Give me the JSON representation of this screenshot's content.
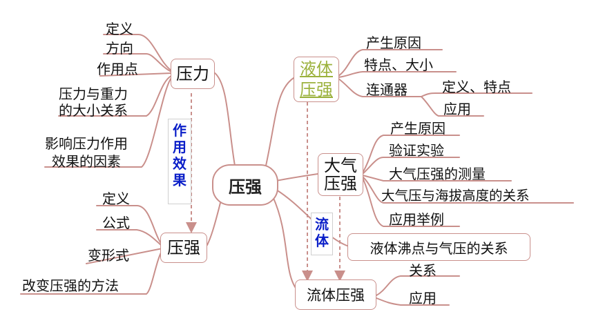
{
  "center": "压强",
  "pressure_force": {
    "title": "压力",
    "items": [
      "定义",
      "方向",
      "作用点",
      "压力与重力",
      "的大小关系",
      "影响压力作用",
      "效果的因素"
    ]
  },
  "effect_label": [
    "作",
    "用",
    "效",
    "果"
  ],
  "pressure": {
    "title": "压强",
    "items": [
      "定义",
      "公式",
      "变形式",
      "改变压强的方法"
    ]
  },
  "liquid_pressure": {
    "title_line1": "液体",
    "title_line2": "压强",
    "items": [
      "产生原因",
      "特点、大小",
      "连通器"
    ],
    "connector_items": [
      "定义、特点",
      "应用"
    ]
  },
  "atmospheric_pressure": {
    "title_line1": "大气",
    "title_line2": "压强",
    "items": [
      "产生原因",
      "验证实验",
      "大气压强的测量",
      "大气压与海拔高度的关系",
      "应用举例"
    ],
    "boiling_box": "液体沸点与气压的关系"
  },
  "fluid_label": [
    "流",
    "体"
  ],
  "fluid_pressure": {
    "title": "流体压强",
    "items": [
      "关系",
      "应用"
    ]
  },
  "colors": {
    "line": "#c98f8b",
    "liquid_title": "#9bb13c",
    "label_blue": "#0a1ec8",
    "dash": "#c98f8b"
  }
}
